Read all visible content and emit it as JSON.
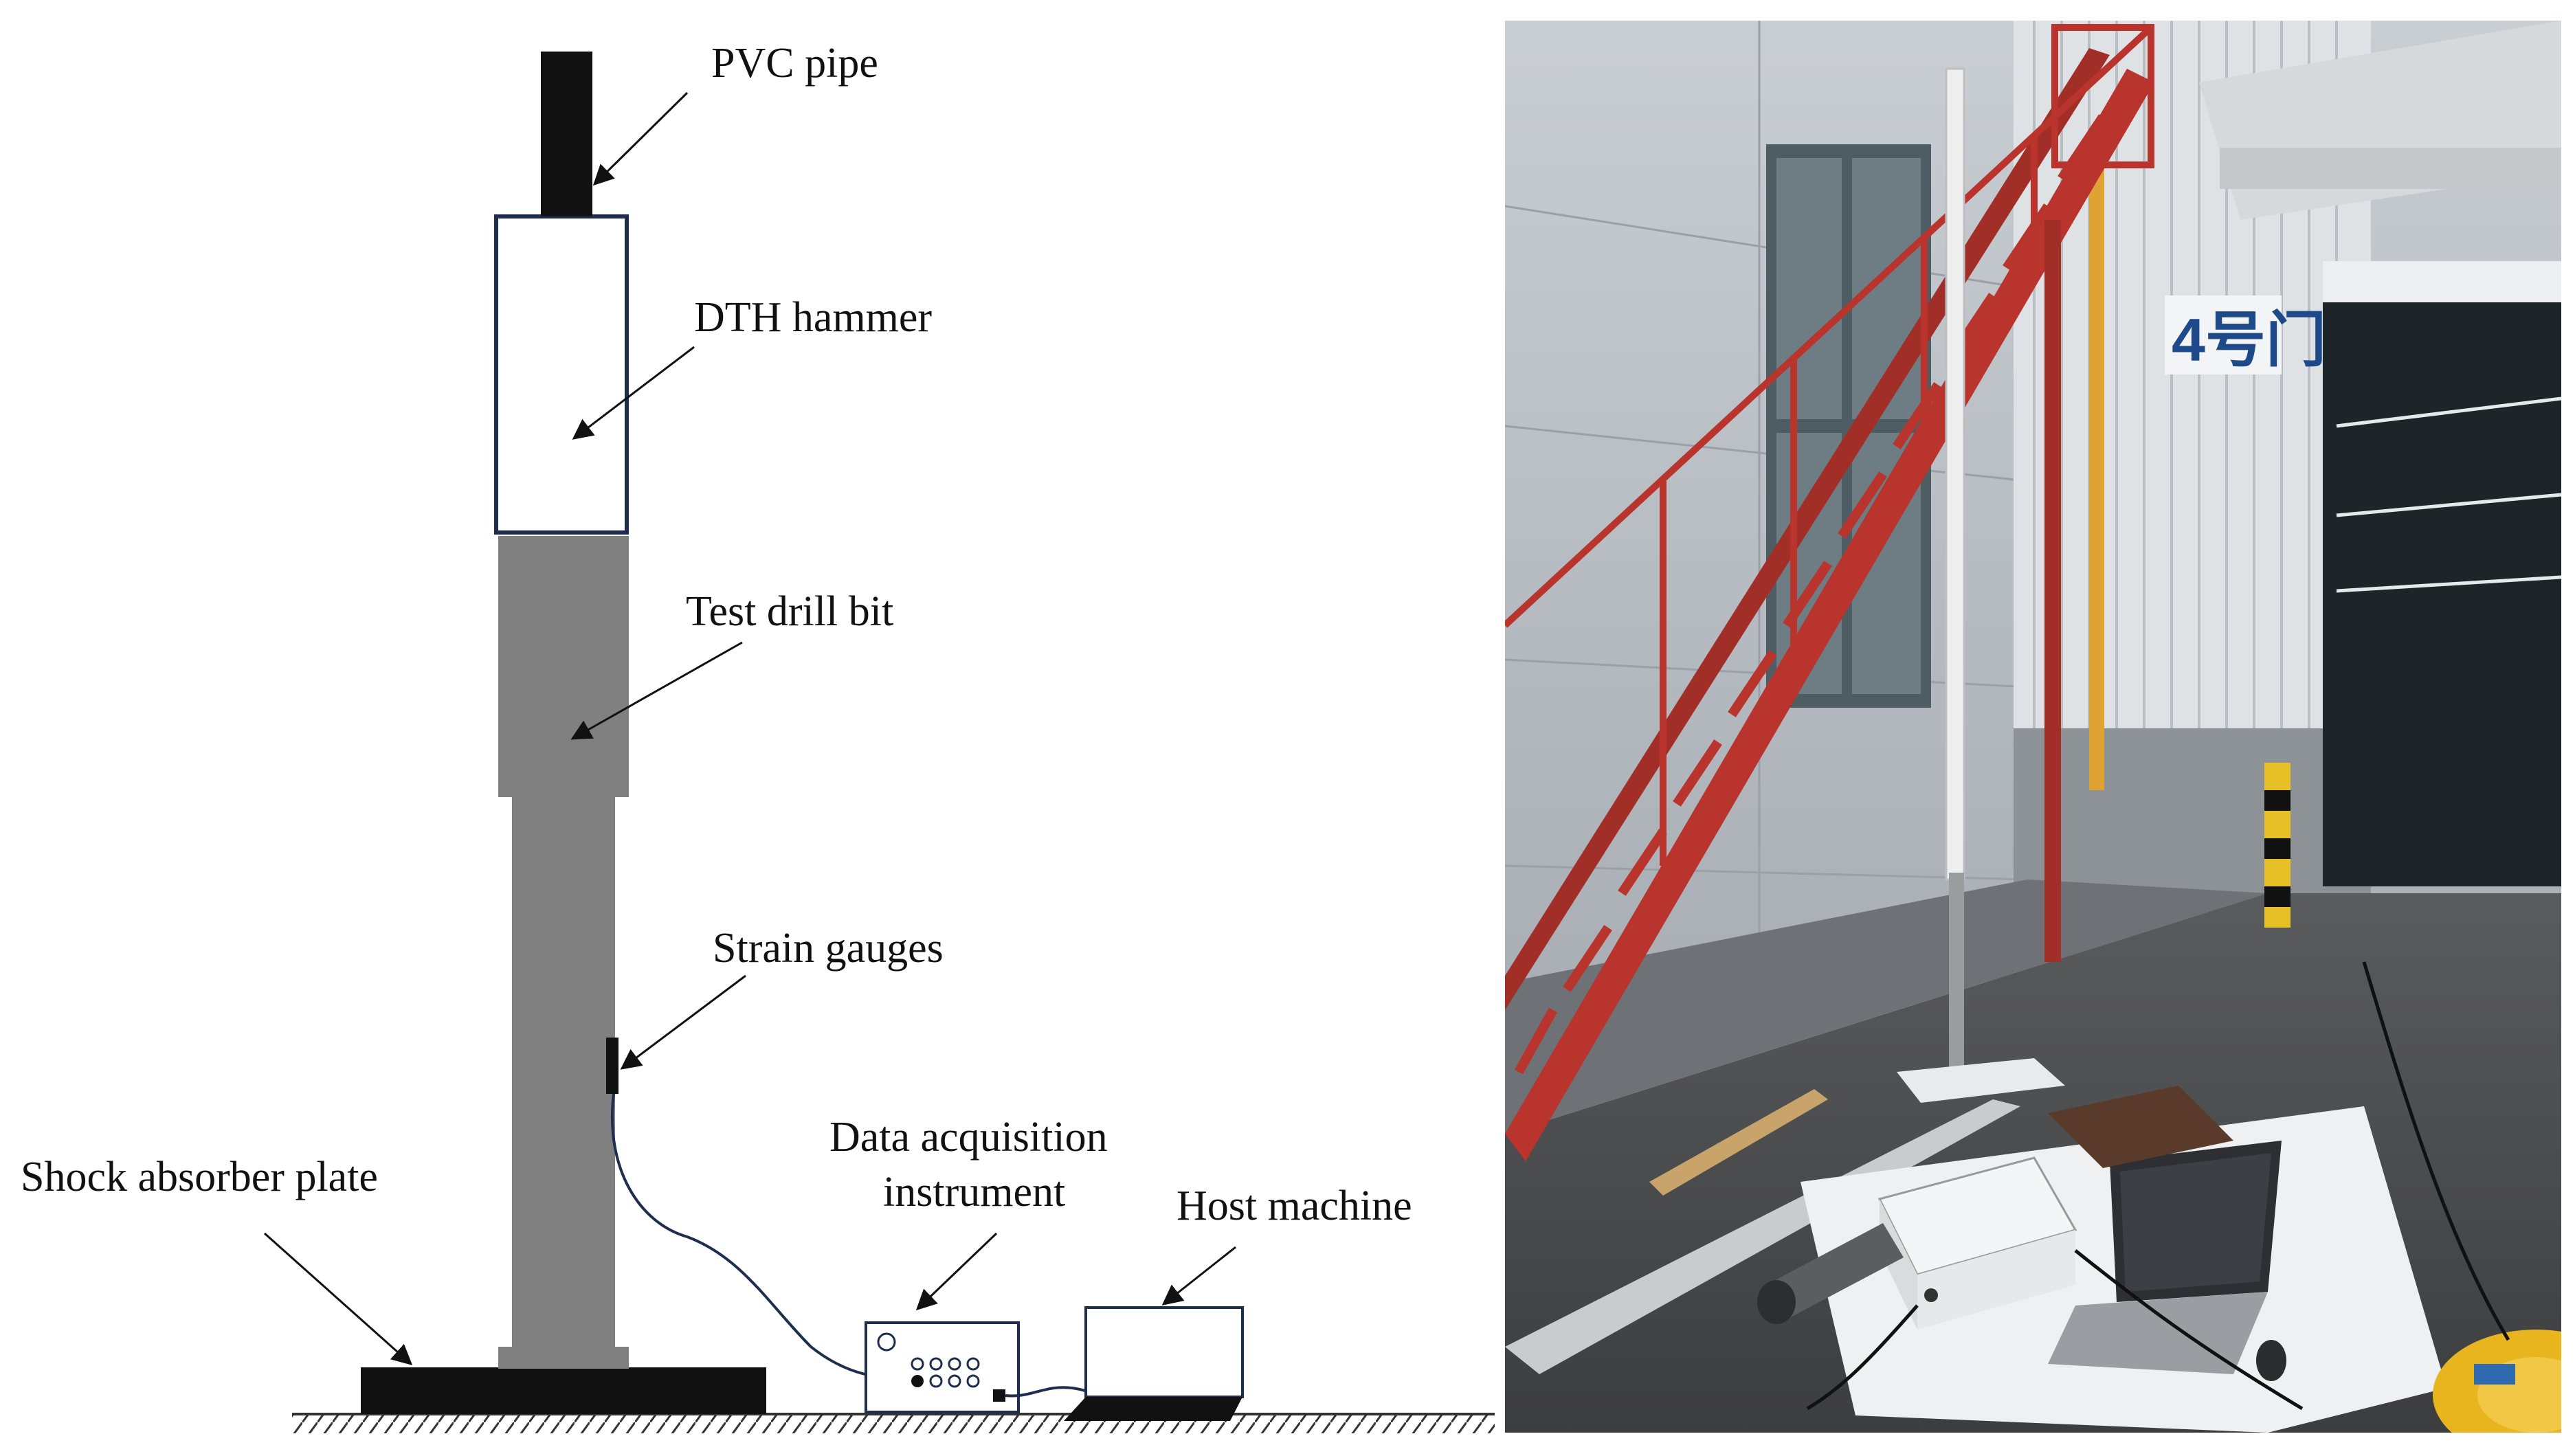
{
  "diagram": {
    "labels": {
      "pvc_pipe": "PVC pipe",
      "dth_hammer": "DTH hammer",
      "test_drill_bit": "Test drill bit",
      "strain_gauges": "Strain gauges",
      "shock_absorber_plate": "Shock absorber plate",
      "data_acquisition_line1": "Data acquisition",
      "data_acquisition_line2": "instrument",
      "host_machine": "Host machine"
    },
    "colors": {
      "pvc_pipe": "#111111",
      "hammer_outline": "#1f2d4f",
      "drill_bit": "#808080",
      "plate": "#111111",
      "ground": "#333333"
    }
  },
  "photo": {
    "sign_text": "4号门",
    "colors": {
      "building_wall": "#b7bcc1",
      "stair_red": "#b8342c",
      "yellow_pipe": "#e0a233",
      "asphalt": "#4a4b4d",
      "sheet_white": "#eef0f2"
    }
  }
}
